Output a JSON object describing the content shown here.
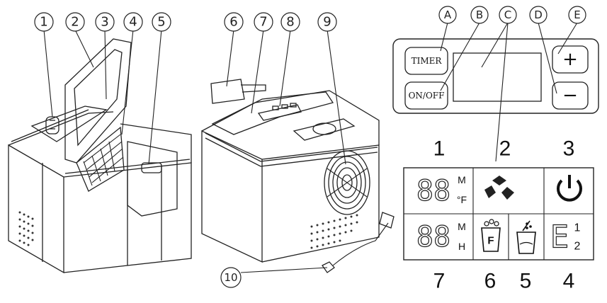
{
  "callouts": {
    "c1": "1",
    "c2": "2",
    "c3": "3",
    "c4": "4",
    "c5": "5",
    "c6": "6",
    "c7": "7",
    "c8": "8",
    "c9": "9",
    "c10": "10",
    "cA": "A",
    "cB": "B",
    "cC": "C",
    "cD": "D",
    "cE": "E"
  },
  "control_panel": {
    "timer_label": "TIMER",
    "onoff_label": "ON/OFF",
    "plus_label": "+",
    "minus_label": "−"
  },
  "display": {
    "num_1": "1",
    "num_2": "2",
    "num_3": "3",
    "num_7": "7",
    "num_6": "6",
    "num_5": "5",
    "num_4": "4",
    "seg_top": "88",
    "seg_bottom": "88",
    "unit_m_top": "M",
    "unit_f": "°F",
    "unit_m_bottom": "M",
    "unit_h": "H",
    "fault_letter": "F",
    "err_letter": "E",
    "err_1": "1",
    "err_2": "2"
  },
  "icons": {
    "ice_size": "ice-cubes-icon",
    "power": "power-icon",
    "full": "ice-full-icon",
    "add_water": "add-water-icon",
    "error": "error-code-icon"
  }
}
